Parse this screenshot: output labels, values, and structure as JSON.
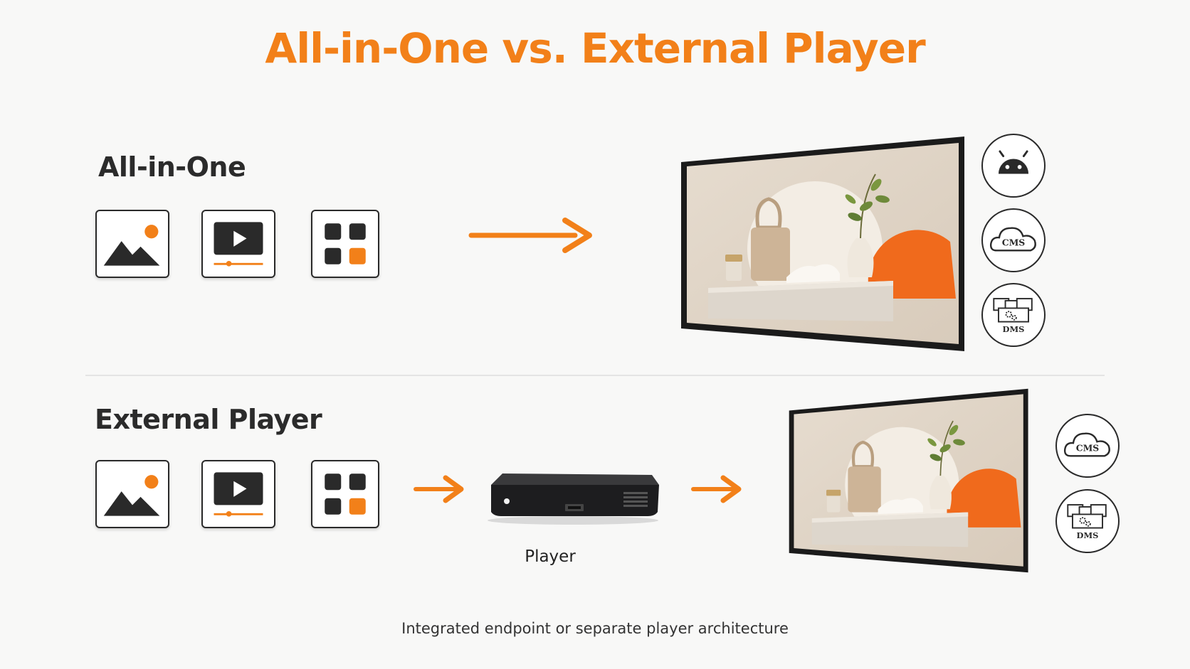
{
  "title": "All-in-One vs. External Player",
  "sections": {
    "all_in_one": {
      "heading": "All-in-One",
      "badges": [
        "CMS",
        "DMS"
      ]
    },
    "external_player": {
      "heading": "External Player",
      "player_label": "Player",
      "badges": [
        "CMS",
        "DMS"
      ]
    }
  },
  "caption": "Integrated endpoint or separate player architecture",
  "content_icons": [
    "image-icon",
    "video-icon",
    "apps-icon"
  ],
  "colors": {
    "accent": "#f28019",
    "dark": "#2a2a2a"
  }
}
